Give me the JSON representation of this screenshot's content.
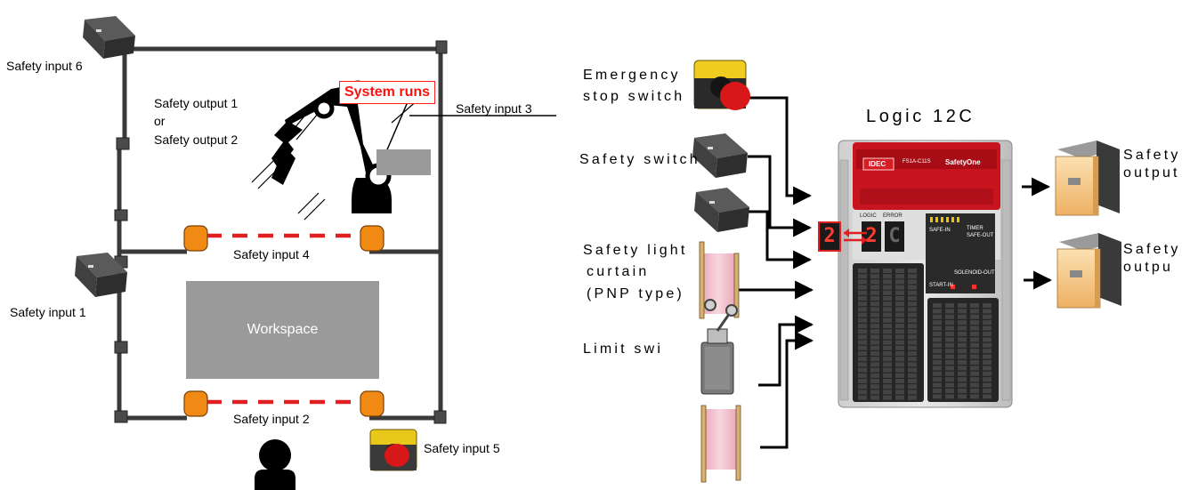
{
  "left": {
    "safety_input_6": "Safety input 6",
    "safety_output_line1": "Safety output 1",
    "safety_output_or": "or",
    "safety_output_line2": "Safety output 2",
    "system_runs": "System runs",
    "safety_input_3": "Safety input 3",
    "safety_input_4": "Safety input 4",
    "safety_input_1": "Safety input 1",
    "workspace": "Workspace",
    "safety_input_2": "Safety input 2",
    "safety_input_5": "Safety input 5"
  },
  "right": {
    "emergency_line1": "Emergency",
    "emergency_line2": "stop switch",
    "safety_switch": "Safety switch",
    "light_curtain_line1": "Safety light",
    "light_curtain_line2": "curtain",
    "light_curtain_line3": "(PNP type)",
    "limit_switch": "Limit swi",
    "controller_title": "Logic 12C",
    "output_top_line1": "Safety",
    "output_top_line2": "output",
    "output_bottom_line1": "Safety",
    "output_bottom_line2": "outpu"
  },
  "controller": {
    "brand": "IDEC",
    "model": "FS1A-C11S",
    "product": "SafetyOne",
    "logic_label": "LOGIC",
    "error_label": "ERROR",
    "logic_digit": "2",
    "error_digit": "C",
    "safe_in": "SAFE-IN",
    "safe_out": "SAFE-OUT",
    "timer": "TIMER",
    "solenoid_out": "SOLENOID-OUT",
    "start_in": "START-IN",
    "zoom_digit": "2"
  },
  "colors": {
    "line": "#000000",
    "frame": "#3a3a3a",
    "sensor_orange": "#f08a14",
    "beam_red": "#e02020",
    "workspace_gray": "#9a9a9a",
    "alert_red": "#ff1010",
    "controller_red": "#c8141e",
    "relay_orange": "#f4c27a"
  }
}
